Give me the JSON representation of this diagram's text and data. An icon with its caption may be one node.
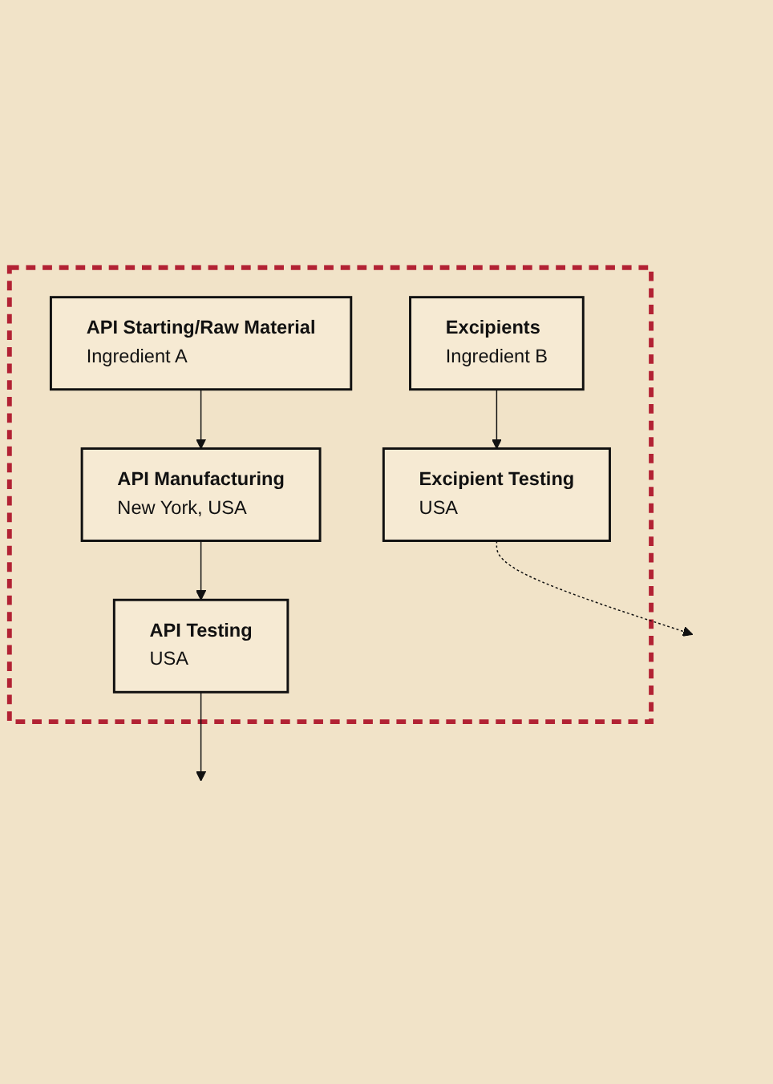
{
  "diagram": {
    "nodes": [
      {
        "text": [],
        "shape": "box"
      },
      {
        "text": [
          "API Starting/Raw Material",
          "Ingredient A"
        ],
        "in": 0
      },
      {
        "text": [
          "API Manufacturing",
          "New York, USA"
        ],
        "in": 0
      },
      {
        "text": [
          "API Testing",
          "USA"
        ],
        "in": 0
      },
      {
        "text": [
          "Excipient Testing",
          "USA"
        ],
        "in": 0
      },
      {
        "text": [
          "Excipients",
          "Ingredient B"
        ],
        "in": 0
      }
    ],
    "edges": [
      {
        "from": 1,
        "to": 2,
        "arrow": "to"
      },
      {
        "from": 2,
        "to": 3,
        "arrow": "to"
      },
      {
        "from": 3,
        "to": null,
        "arrow": "to"
      },
      {
        "from": 4,
        "to": null,
        "arrow": "to",
        "style": "dashed"
      },
      {
        "from": 5,
        "to": 4,
        "arrow": "to"
      }
    ]
  }
}
